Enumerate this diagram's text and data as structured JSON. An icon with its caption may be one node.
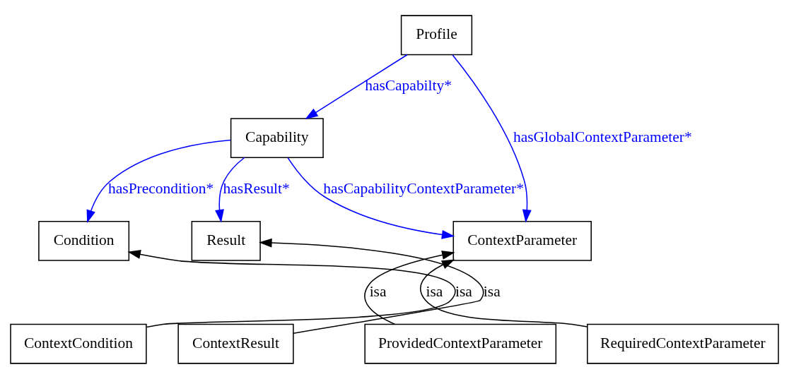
{
  "diagram": {
    "nodes": [
      {
        "text": [
          "Profile"
        ]
      },
      {
        "text": [
          "Capability"
        ]
      },
      {
        "text": [
          "ContextParameter"
        ]
      },
      {
        "text": [
          "Condition"
        ]
      },
      {
        "text": [
          "Result"
        ]
      },
      {
        "text": [
          "ProvidedContextParameter"
        ]
      },
      {
        "text": [
          "RequiredContextParameter"
        ]
      },
      {
        "text": [
          "ContextCondition"
        ]
      },
      {
        "text": [
          "ContextResult"
        ]
      }
    ],
    "edges": [
      {
        "from": 0,
        "to": 2,
        "arrow": "to",
        "label": "hasGlobalContextParameter*"
      },
      {
        "from": 0,
        "to": 1,
        "arrow": "to",
        "label": "hasCapabilty*"
      },
      {
        "from": 1,
        "to": 2,
        "arrow": "to",
        "label": "hasCapabilityContextParameter*"
      },
      {
        "from": 1,
        "to": 3,
        "arrow": "to",
        "label": "hasPrecondition*"
      },
      {
        "from": 1,
        "to": 4,
        "arrow": "to",
        "label": "hasResult*"
      },
      {
        "from": 5,
        "to": 2,
        "arrow": "to",
        "label": "isa",
        "color": "#000000"
      },
      {
        "from": 6,
        "to": 2,
        "arrow": "to",
        "label": "isa",
        "color": "#000000"
      },
      {
        "from": 7,
        "to": 3,
        "arrow": "to",
        "label": "isa",
        "color": "#000000"
      },
      {
        "from": 8,
        "to": 4,
        "arrow": "to",
        "label": "isa",
        "color": "#000000"
      }
    ]
  }
}
